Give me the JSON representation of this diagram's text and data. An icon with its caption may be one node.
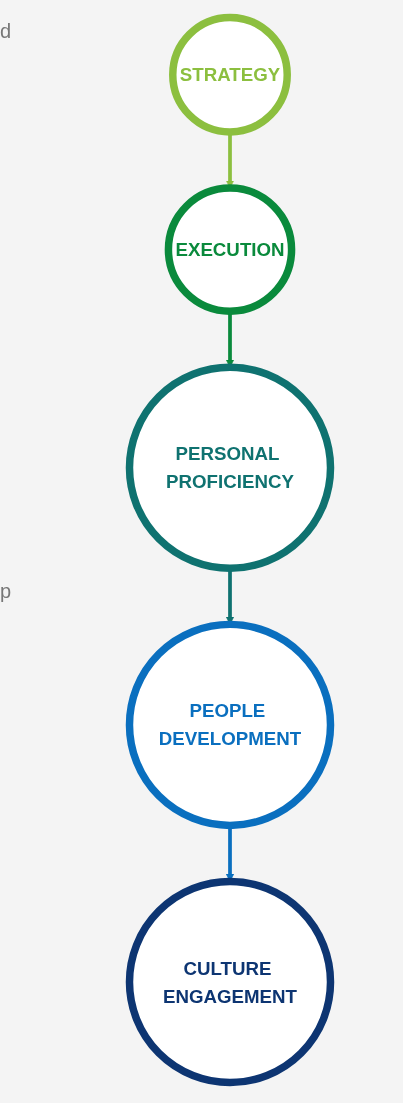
{
  "diagram": {
    "nodes": [
      {
        "text": [
          "STRATEGY"
        ]
      },
      {
        "text": [
          "EXECUTION"
        ]
      },
      {
        "text": [
          "PERSONAL PROFICIENCY"
        ]
      },
      {
        "text": [
          "PEOPLE DEVELOPMENT"
        ]
      },
      {
        "text": [
          "CULTURE ENGAGEMENT"
        ]
      }
    ],
    "edges": [
      {
        "from": 0,
        "to": 1,
        "arrow": "to",
        "color": "#8cbf3f"
      },
      {
        "from": 1,
        "to": 2,
        "arrow": "to",
        "color": "#0a8a3c"
      },
      {
        "from": 2,
        "to": 3,
        "arrow": "to",
        "color": "#0f7270"
      },
      {
        "from": 3,
        "to": 4,
        "arrow": "to",
        "color": "#0a6fbf"
      }
    ],
    "labels": [
      "d",
      "p"
    ]
  }
}
